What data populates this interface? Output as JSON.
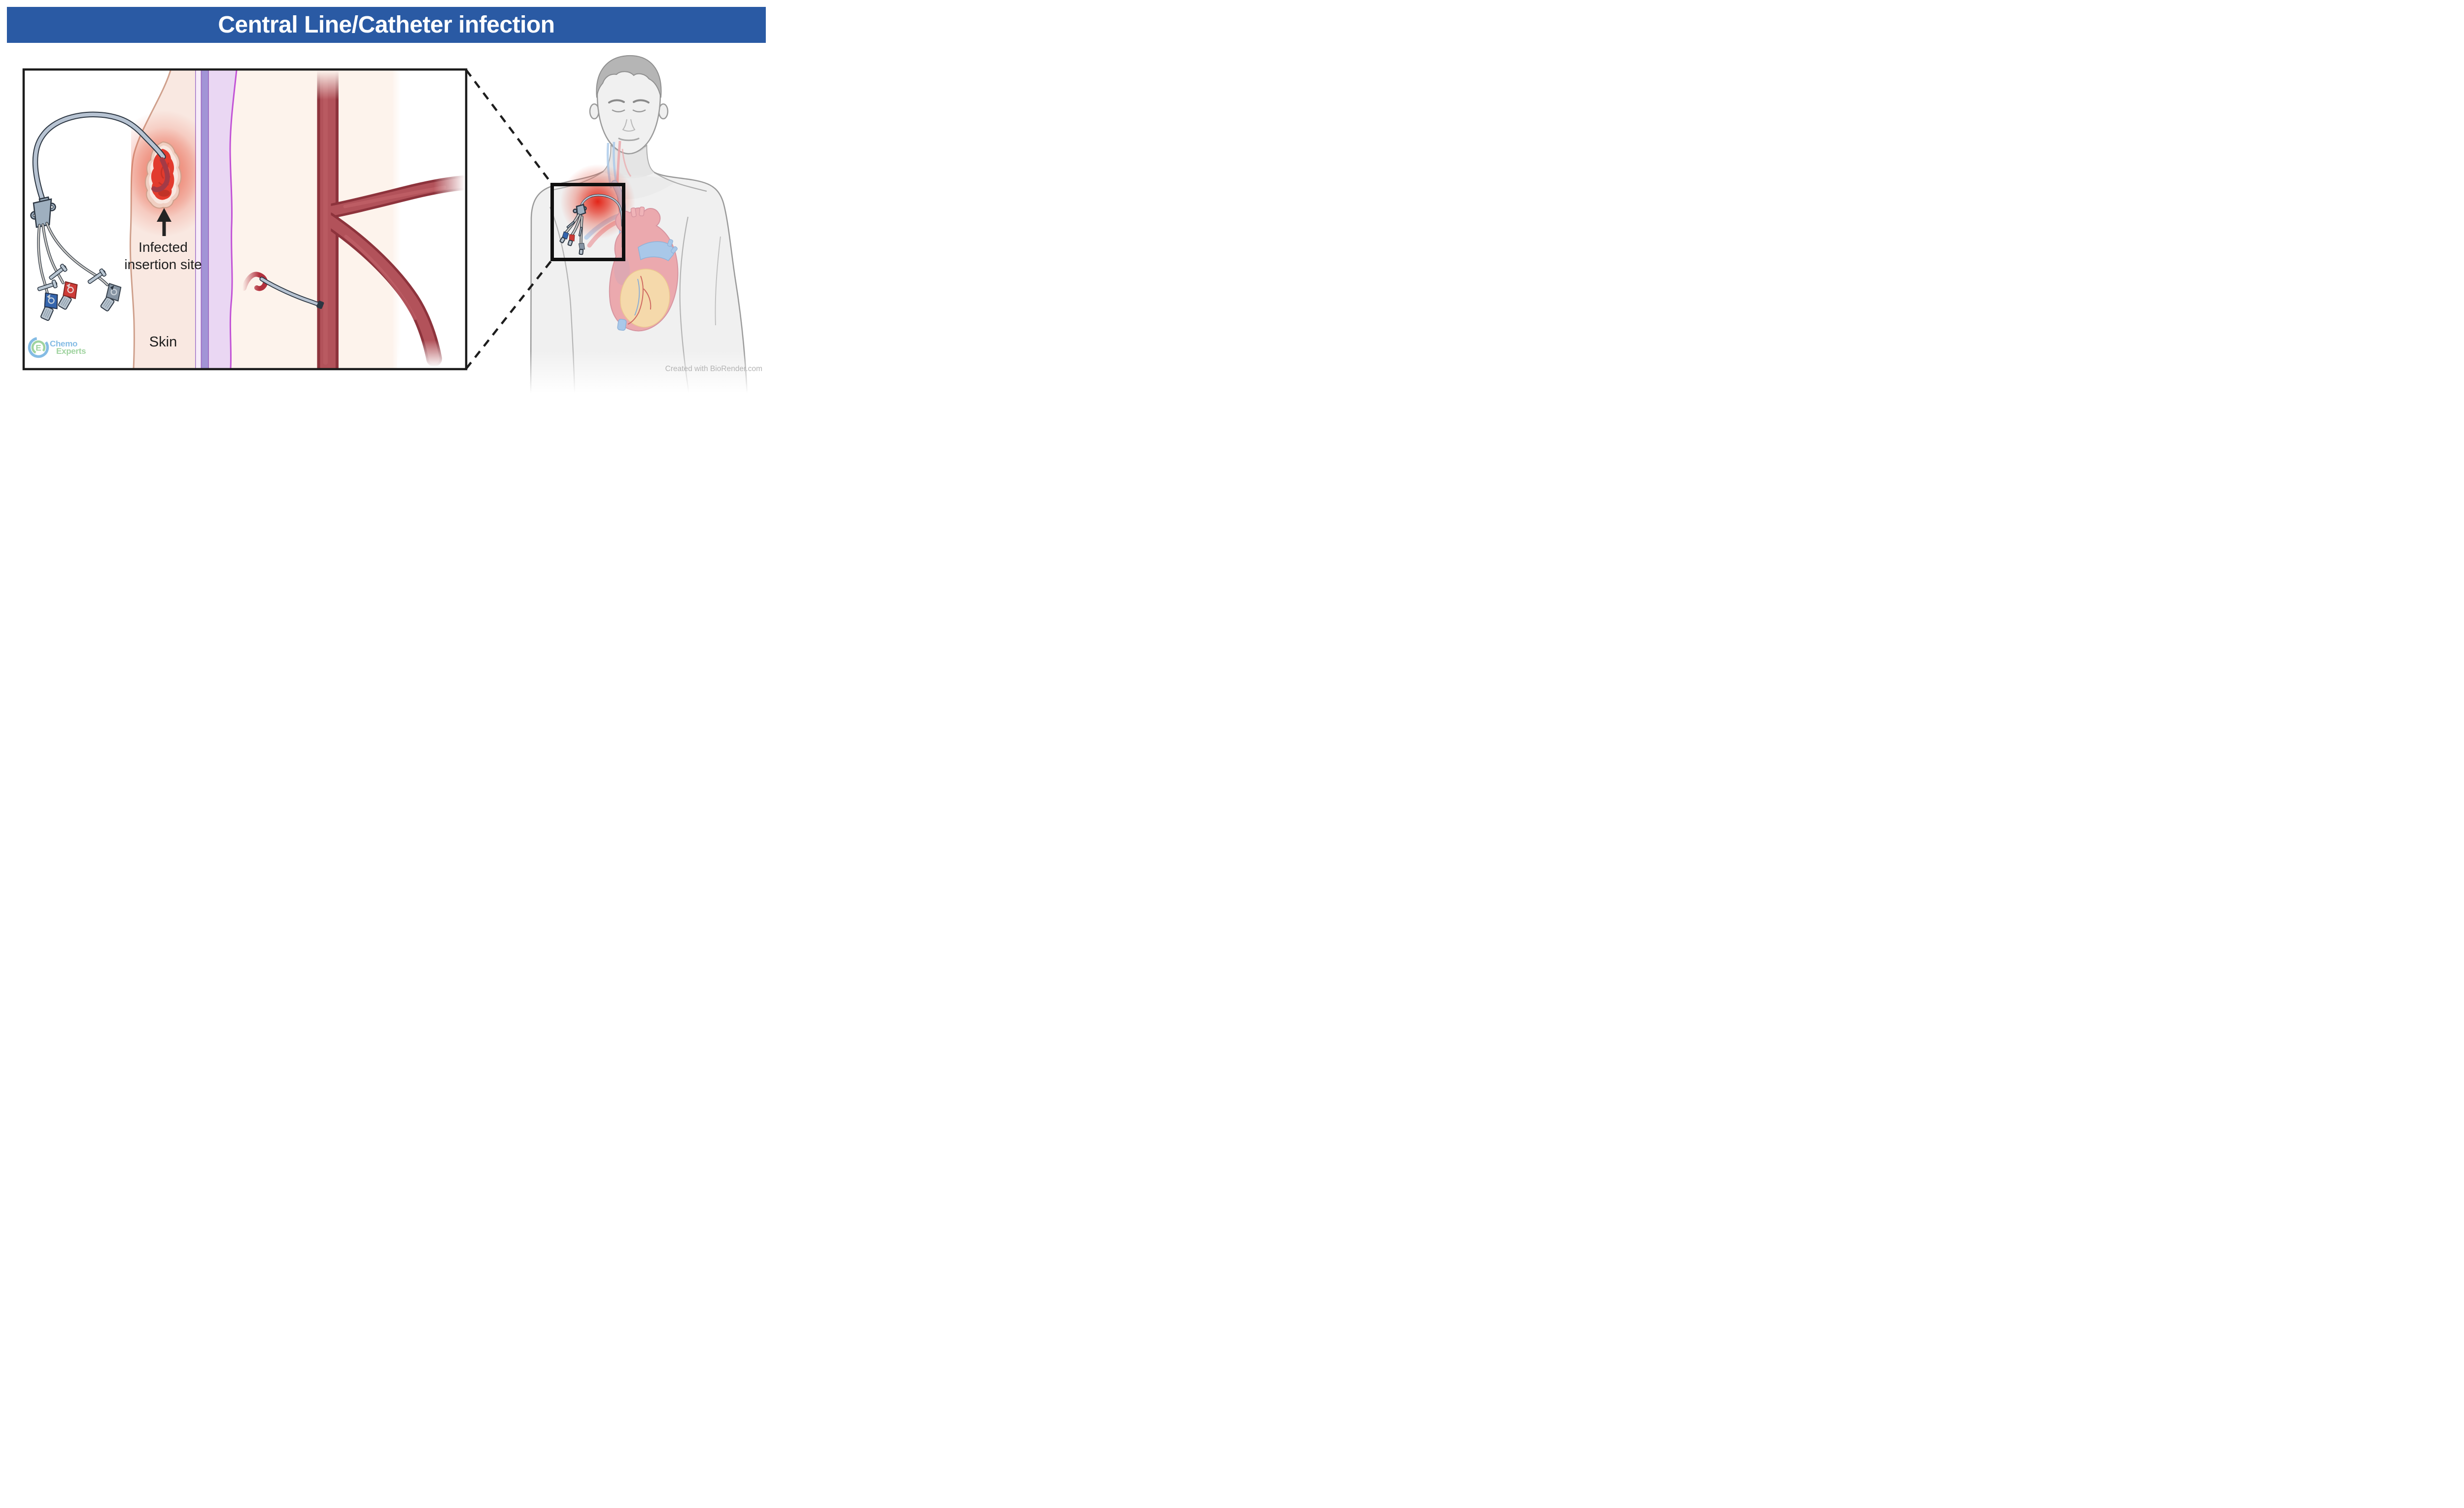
{
  "banner": {
    "title": "Central Line/Catheter infection"
  },
  "diagram": {
    "infected_site_label": "Infected insertion site",
    "skin_label": "Skin"
  },
  "logo": {
    "word1": "Chemo",
    "word2": "Experts",
    "emblem_letter": "E"
  },
  "credit": "Created with BioRender.com",
  "colors": {
    "banner-blue": "#2a5aa4",
    "box-border": "#1c1c1c",
    "label-dark": "#1d1d1d",
    "skin-peach": "#f9e8e1",
    "skin-edge": "#cfa08c",
    "stripe-light": "#f7ecf9",
    "stripe-purple": "#a294d6",
    "stripe-outline": "#9c6cc3",
    "lavender": "#ead7f3",
    "lavender-edge": "#c253d6",
    "cream": "#fdf3ec",
    "vessel-core": "#b2525a",
    "vessel-edge": "#8d333c",
    "wound-red": "#e23b2e",
    "wound-dark": "#b43125",
    "catheter-gray": "#b7c3d2",
    "catheter-outline": "#2c3642",
    "lumen-blue": "#3565ad",
    "lumen-red": "#cd3b37",
    "lumen-gray": "#8694a3",
    "clamp-gray": "#b9c6d2",
    "figure-fill": "#f0f0f0",
    "figure-outline": "#9a9a9a",
    "hair-gray": "#b5b5b5",
    "vein-blue": "#a9c8e9",
    "artery-pink": "#eba6aa",
    "heart-pink": "#eba9ae",
    "heart-yellow": "#f6dcab",
    "glow-red": "#e21a0d",
    "logo-blue": "#85bce4",
    "logo-green": "#9fd39f",
    "credit-gray": "#b3b3b3"
  }
}
